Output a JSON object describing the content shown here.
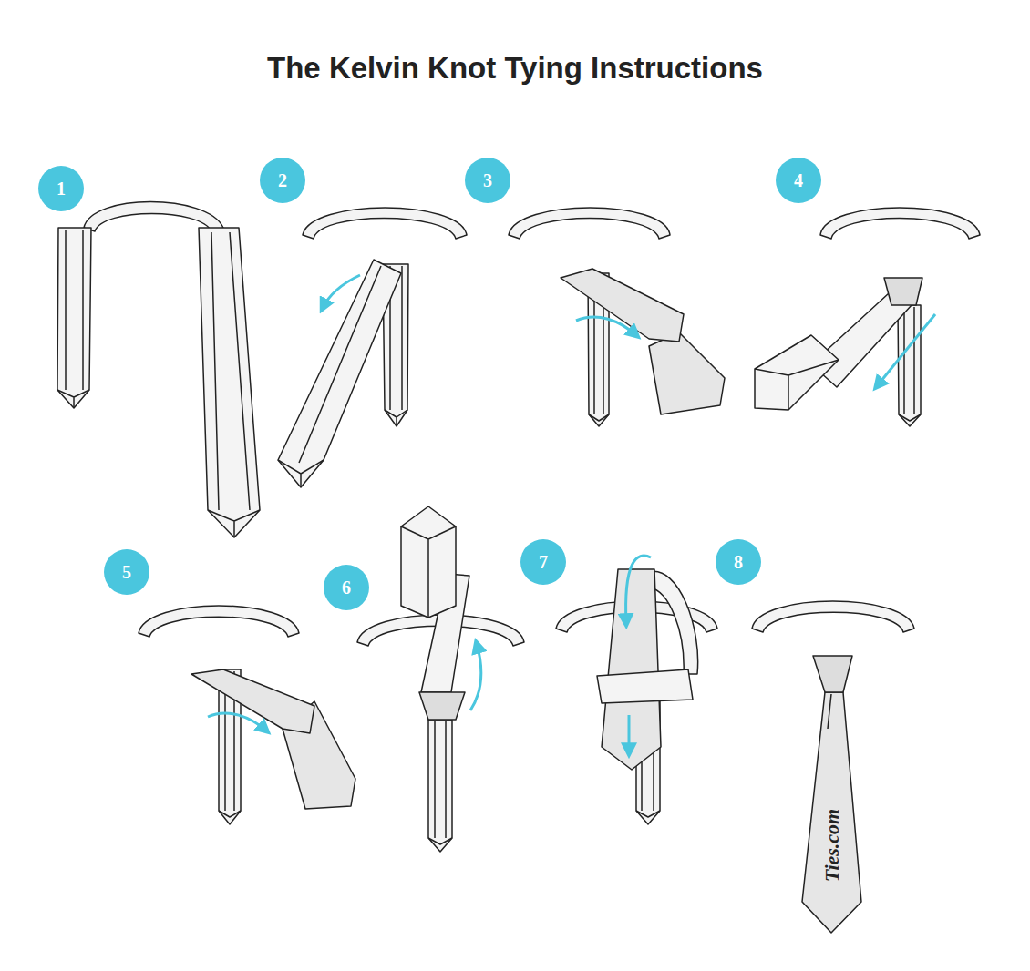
{
  "diagram": {
    "title": "The Kelvin Knot Tying Instructions",
    "nodes": [
      {
        "text": [
          "1"
        ]
      },
      {
        "text": [
          "2"
        ]
      },
      {
        "text": [
          "3"
        ]
      },
      {
        "text": [
          "4"
        ]
      },
      {
        "text": [
          "5"
        ]
      },
      {
        "text": [
          "6"
        ]
      },
      {
        "text": [
          "7"
        ]
      },
      {
        "text": [
          "8"
        ]
      }
    ],
    "labels": [
      "Ties.com"
    ]
  }
}
